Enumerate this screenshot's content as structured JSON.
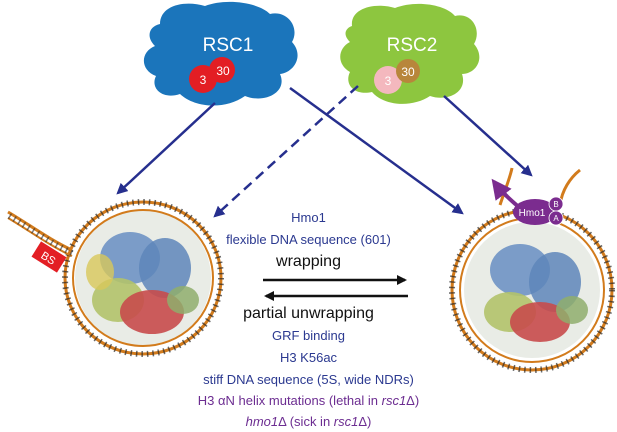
{
  "complexes": {
    "rsc1": {
      "label": "RSC1",
      "sub_left": "3",
      "sub_right": "30"
    },
    "rsc2": {
      "label": "RSC2",
      "sub_left": "3",
      "sub_right": "30"
    }
  },
  "nucleosome_left": {
    "tag": "BS"
  },
  "nucleosome_right": {
    "hmo1": "Hmo1",
    "box_b": "B",
    "box_a": "A"
  },
  "center_top": [
    "Hmo1",
    "flexible DNA sequence (601)"
  ],
  "arrows": {
    "forward": "wrapping",
    "reverse": "partial unwrapping"
  },
  "center_bottom": {
    "grf": "GRF binding",
    "k56": "H3 K56ac",
    "stiff": "stiff DNA sequence (5S, wide NDRs)",
    "helix_pre": "H3 ",
    "helix_alpha": "α",
    "helix_mid": "N helix mutations (lethal in ",
    "helix_gene": "rsc1",
    "helix_delta": "Δ",
    "helix_post": ")",
    "hmo_gene": "hmo1",
    "hmo_delta": "Δ",
    "hmo_mid": " (sick in ",
    "hmo_gene2": "rsc1",
    "hmo_delta2": "Δ",
    "hmo_post": ")"
  },
  "colors": {
    "rsc1_blue": "#1b75bb",
    "rsc2_green": "#8dc63f",
    "arrow_navy": "#262f8e",
    "rsc58_red": "#e31e24",
    "hmo1_purple": "#7b2c8f",
    "dna_orange": "#d27b1c"
  }
}
